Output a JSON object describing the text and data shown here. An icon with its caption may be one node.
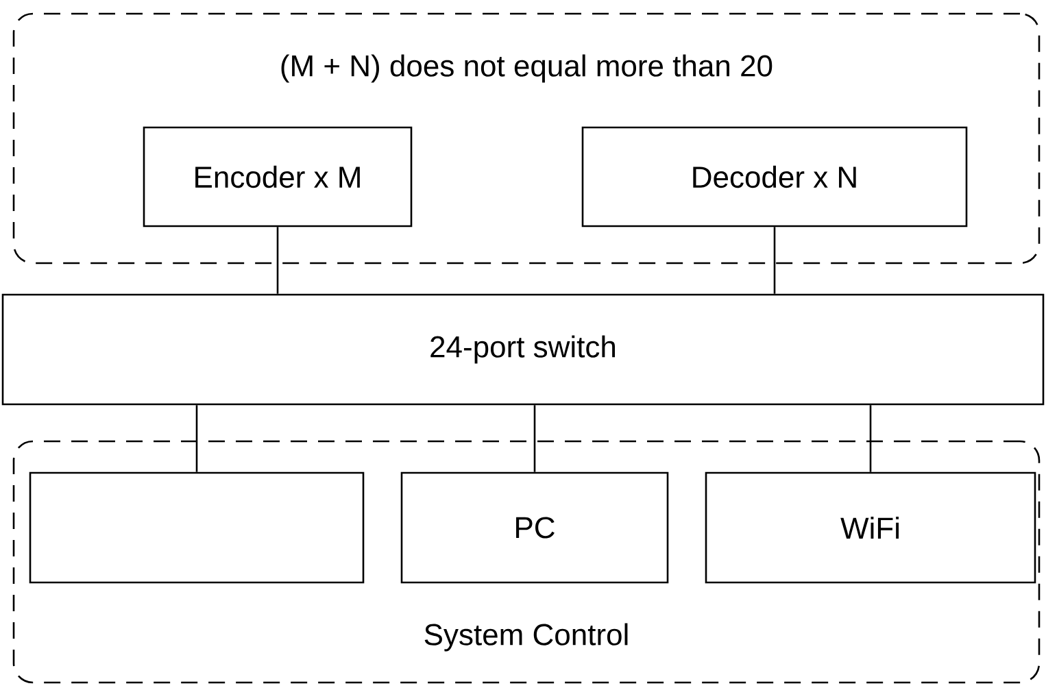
{
  "diagram": {
    "nodes": [
      {
        "text": [
          "(M + N) does not equal more than 20"
        ]
      },
      {
        "text": [
          "Encoder x M"
        ],
        "in": 0
      },
      {
        "text": [
          "Decoder x N"
        ],
        "in": 0
      },
      {
        "text": [
          "24-port switch"
        ]
      },
      {
        "text": [
          "System Control"
        ]
      },
      {
        "text": [],
        "shape": "box",
        "in": 4
      },
      {
        "text": [
          "PC"
        ],
        "in": 4
      },
      {
        "text": [
          "WiFi"
        ],
        "in": 4
      }
    ],
    "edges": [
      {
        "from": 1,
        "to": 3,
        "arrow": "none"
      },
      {
        "from": 2,
        "to": 3,
        "arrow": "none"
      },
      {
        "from": 3,
        "to": 5,
        "arrow": "none"
      },
      {
        "from": 3,
        "to": 6,
        "arrow": "none"
      },
      {
        "from": 3,
        "to": 7,
        "arrow": "none"
      }
    ]
  }
}
